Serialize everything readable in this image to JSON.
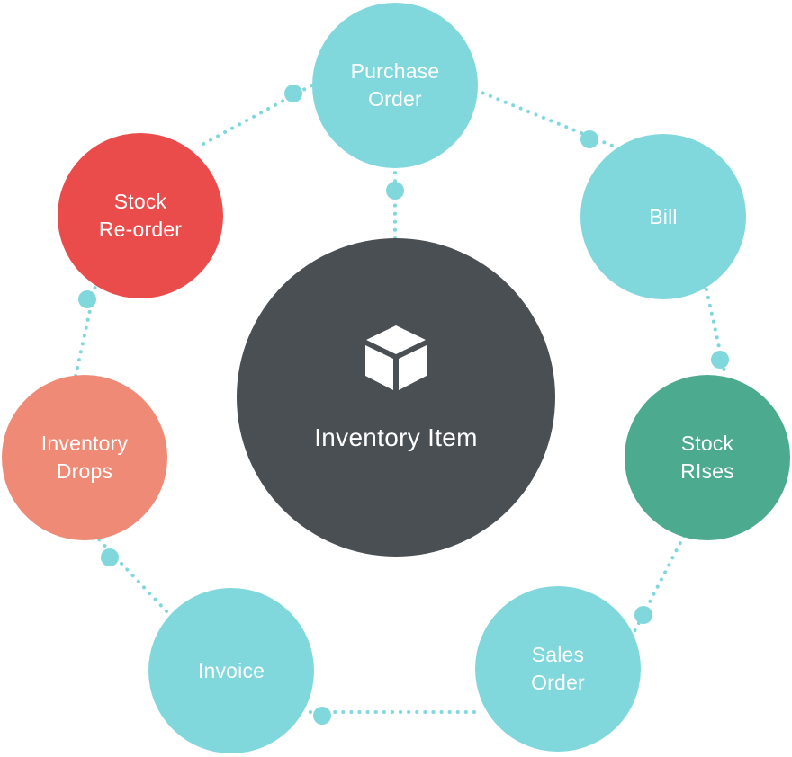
{
  "center": {
    "label": "Inventory Item",
    "icon": "box-icon",
    "color": "#4a4f54"
  },
  "nodes": [
    {
      "id": "purchase-order",
      "label": "Purchase\nOrder",
      "color": "#80d8dc"
    },
    {
      "id": "bill",
      "label": "Bill",
      "color": "#80d8dc"
    },
    {
      "id": "stock-rises",
      "label": "Stock\nRIses",
      "color": "#4caa8e"
    },
    {
      "id": "sales-order",
      "label": "Sales\nOrder",
      "color": "#80d8dc"
    },
    {
      "id": "invoice",
      "label": "Invoice",
      "color": "#80d8dc"
    },
    {
      "id": "inventory-drops",
      "label": "Inventory\nDrops",
      "color": "#ef8a76"
    },
    {
      "id": "stock-re-order",
      "label": "Stock\nRe-order",
      "color": "#e94c4b"
    }
  ],
  "connector_color": "#80d8dc"
}
